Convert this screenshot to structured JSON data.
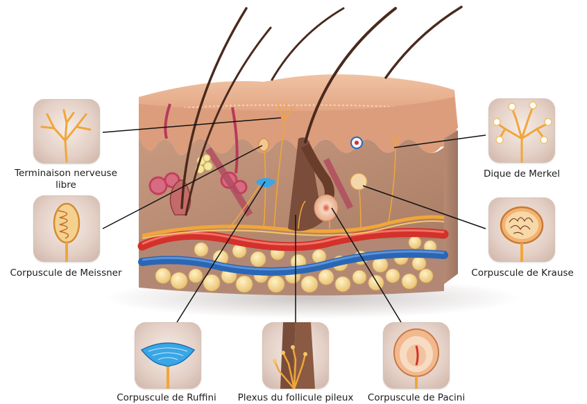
{
  "labels": {
    "free_nerve_ending_line1": "Terminaison nerveuse",
    "free_nerve_ending_line2": "libre",
    "meissner": "Corpuscule de Meissner",
    "merkel": "Dique de Merkel",
    "krause": "Corpuscule de Krause",
    "ruffini": "Corpuscule de Ruffini",
    "hair_plexus": "Plexus du follicule pileux",
    "pacini": "Corpuscule de Pacini"
  },
  "colors": {
    "epidermis": "#e8b08f",
    "dermis": "#b98c73",
    "hypodermis": "#a67f6b",
    "fat": "#f3d693",
    "artery": "#d3312a",
    "vein": "#2b66b4",
    "nerve": "#f0a63a",
    "ruffini_blue": "#39a6e6",
    "hair": "#4a2a1c",
    "leader_line": "#111111"
  },
  "icons": {
    "free_nerve_ending": "branching-nerve-icon",
    "meissner": "coiled-corpuscle-icon",
    "merkel": "merkel-disc-icon",
    "krause": "krause-bulb-icon",
    "ruffini": "ruffini-ending-icon",
    "hair_plexus": "hair-follicle-plexus-icon",
    "pacini": "pacinian-corpuscle-icon"
  }
}
